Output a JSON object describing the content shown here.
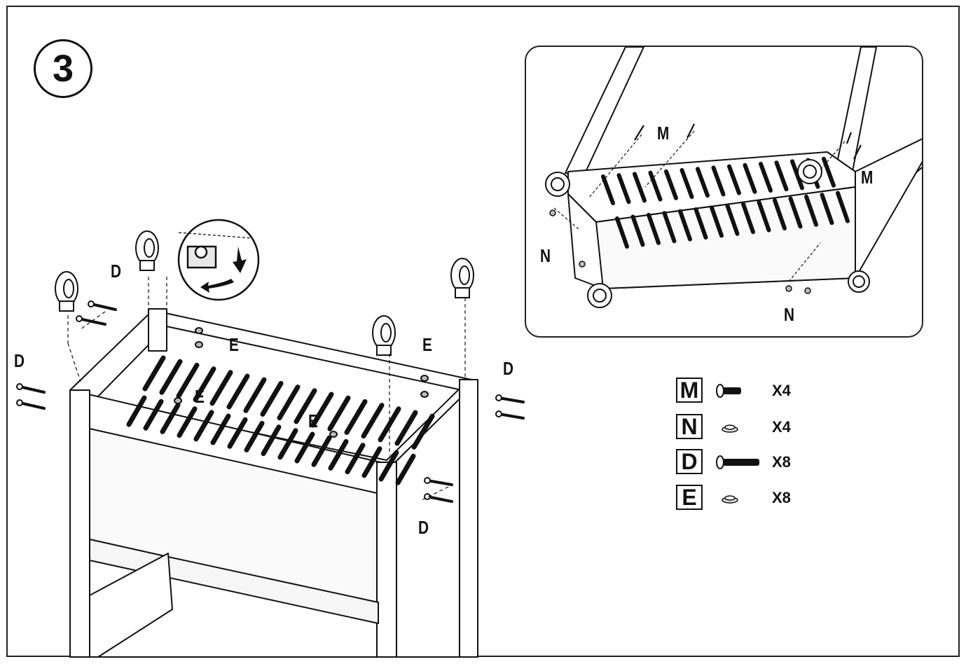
{
  "step": {
    "number": "3"
  },
  "callouts": {
    "d_upper_left": "D",
    "d_left": "D",
    "d_right": "D",
    "d_lower_right": "D",
    "e_top": "E",
    "e_right": "E",
    "e_center_left": "E",
    "e_center": "E"
  },
  "inset": {
    "m_top": "M",
    "m_right": "M",
    "n_left": "N",
    "n_bottom": "N"
  },
  "legend": [
    {
      "letter": "M",
      "icon": "bolt-short-icon",
      "qty": "X4"
    },
    {
      "letter": "N",
      "icon": "nut-icon",
      "qty": "X4"
    },
    {
      "letter": "D",
      "icon": "bolt-long-icon",
      "qty": "X8"
    },
    {
      "letter": "E",
      "icon": "nut-icon",
      "qty": "X8"
    }
  ],
  "colors": {
    "line": "#111111",
    "background": "#ffffff",
    "fill_light": "#f2f2f2"
  }
}
